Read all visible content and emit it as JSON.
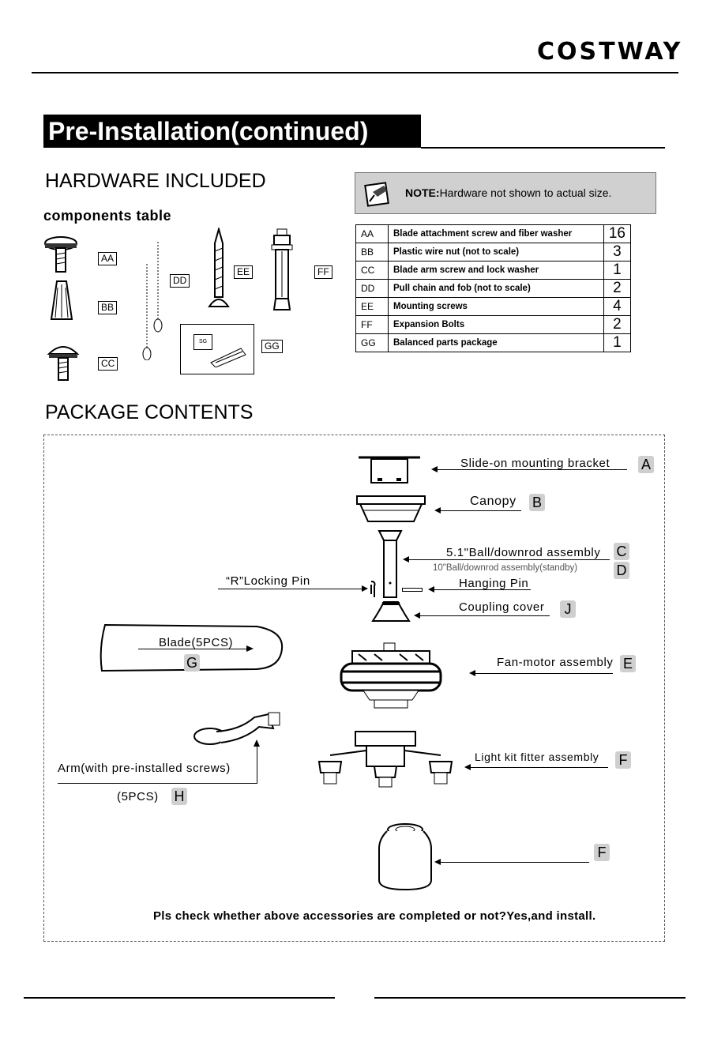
{
  "brand": "COSTWAY",
  "section_title": "Pre-Installation(continued)",
  "hardware": {
    "heading": "HARDWARE INCLUDED",
    "components_title": "components table",
    "note_label": "NOTE:",
    "note_text": "Hardware not shown to actual size.",
    "icon_tags": {
      "aa": "AA",
      "bb": "BB",
      "cc": "CC",
      "dd": "DD",
      "ee": "EE",
      "ff": "FF",
      "gg": "GG",
      "sg": "SG"
    },
    "rows": [
      {
        "code": "AA",
        "desc": "Blade attachment screw and fiber washer",
        "qty": "16"
      },
      {
        "code": "BB",
        "desc": "Plastic wire nut (not to scale)",
        "qty": "3"
      },
      {
        "code": "CC",
        "desc": "Blade arm screw and lock washer",
        "qty": "1"
      },
      {
        "code": "DD",
        "desc": "Pull chain and fob (not to scale)",
        "qty": "2"
      },
      {
        "code": "EE",
        "desc": "Mounting screws",
        "qty": "4"
      },
      {
        "code": "FF",
        "desc": "Expansion Bolts",
        "qty": "2"
      },
      {
        "code": "GG",
        "desc": "Balanced parts package",
        "qty": "1"
      }
    ]
  },
  "package": {
    "heading": "PACKAGE CONTENTS",
    "items": {
      "a": {
        "label": "Slide-on mounting bracket",
        "letter": "A"
      },
      "b": {
        "label": "Canopy",
        "letter": "B"
      },
      "c": {
        "label": "5.1\"Ball/downrod assembly",
        "letter": "C"
      },
      "d": {
        "label": "10\"Ball/downrod assembly(standby)",
        "letter": "D"
      },
      "pin": {
        "label": "Hanging Pin"
      },
      "rpin": {
        "label": "“R”Locking Pin"
      },
      "j": {
        "label": "Coupling cover",
        "letter": "J"
      },
      "g": {
        "label": "Blade(5PCS)",
        "letter": "G"
      },
      "e": {
        "label": "Fan-motor assembly",
        "letter": "E"
      },
      "h": {
        "label": "Arm(with pre-installed screws)",
        "qty": "(5PCS)",
        "letter": "H"
      },
      "f": {
        "label": "Light kit fitter assembly",
        "letter": "F"
      },
      "f2": {
        "letter": "F"
      }
    },
    "check_text": "Pls check whether above accessories are completed or not?Yes,and install."
  }
}
